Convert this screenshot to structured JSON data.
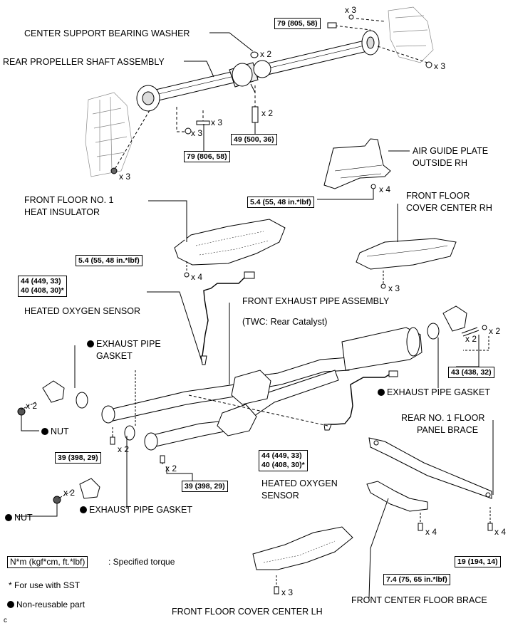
{
  "labels": {
    "center_support_bearing_washer": "CENTER SUPPORT BEARING WASHER",
    "rear_propeller_shaft_assembly": "REAR PROPELLER SHAFT ASSEMBLY",
    "air_guide_plate_outside_rh_1": "AIR GUIDE PLATE",
    "air_guide_plate_outside_rh_2": "OUTSIDE RH",
    "front_floor_no1_heat_insulator_1": "FRONT FLOOR NO. 1",
    "front_floor_no1_heat_insulator_2": "HEAT INSULATOR",
    "front_floor_cover_center_rh_1": "FRONT FLOOR",
    "front_floor_cover_center_rh_2": "COVER CENTER RH",
    "front_exhaust_pipe_assembly": "FRONT EXHAUST PIPE ASSEMBLY",
    "twc_note": "(TWC: Rear Catalyst)",
    "heated_oxygen_sensor_upper": "HEATED OXYGEN SENSOR",
    "exhaust_pipe_gasket_left_1": "EXHAUST PIPE",
    "exhaust_pipe_gasket_left_2": "GASKET",
    "exhaust_pipe_gasket_right": "EXHAUST PIPE GASKET",
    "rear_no1_floor_panel_brace_1": "REAR NO. 1 FLOOR",
    "rear_no1_floor_panel_brace_2": "PANEL BRACE",
    "nut_upper": "NUT",
    "nut_lower": "NUT",
    "exhaust_pipe_gasket_lower": "EXHAUST PIPE GASKET",
    "heated_oxygen_sensor_lower_1": "HEATED OXYGEN",
    "heated_oxygen_sensor_lower_2": "SENSOR",
    "front_center_floor_brace": "FRONT CENTER FLOOR BRACE",
    "front_floor_cover_center_lh": "FRONT FLOOR COVER CENTER LH"
  },
  "torques": {
    "t_79_805": "79 (805, 58)",
    "t_79_806": "79 (806, 58)",
    "t_49": "49 (500, 36)",
    "t_5_4_air": "5.4 (55, 48 in.*lbf)",
    "t_5_4_heat": "5.4 (55, 48 in.*lbf)",
    "t_44_upper": "44 (449, 33)\n40 (408, 30)*",
    "t_43": "43 (438, 32)",
    "t_39_left": "39 (398, 29)",
    "t_39_center": "39 (398, 29)",
    "t_44_lower": "44 (449, 33)\n40 (408, 30)*",
    "t_19": "19 (194, 14)",
    "t_7_4": "7.4 (75, 65 in.*lbf)"
  },
  "quantities": {
    "q_top_right_bolt": "x 3",
    "q_top_right_nut": "x 3",
    "q_washer": "x 2",
    "q_bolt_49": "x 2",
    "q_bolt_806": "x 3",
    "q_washer_806": "x 3",
    "q_trans_nut": "x 3",
    "q_air_guide": "x 4",
    "q_heat_insulator": "x 4",
    "q_cover_rh": "x 3",
    "q_rear_bolt": "x 2",
    "q_rear_spring": "x 2",
    "q_nut_upper": "x 2",
    "q_bolt_39_left": "x 2",
    "q_bolt_39_center": "x 2",
    "q_nut_lower": "x 2",
    "q_brace_7_4": "x 4",
    "q_brace_19": "x 4",
    "q_cover_lh": "x 3"
  },
  "legend": {
    "torque_box": "N*m (kgf*cm, ft.*lbf)",
    "torque_text": ": Specified torque",
    "sst_note": "* For use with SST",
    "non_reusable": "Non-reusable part"
  },
  "corner_mark": "c"
}
